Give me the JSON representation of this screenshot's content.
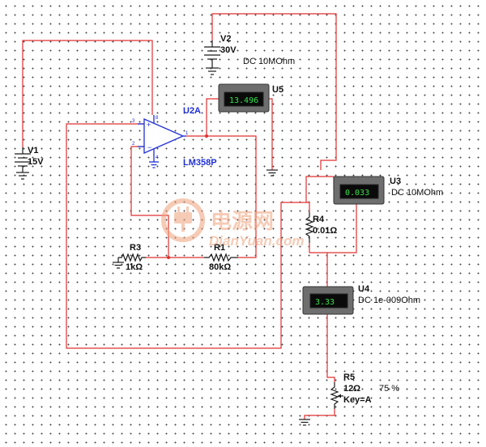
{
  "components": {
    "v1": {
      "ref": "V1",
      "value": "15V"
    },
    "v2": {
      "ref": "V2",
      "value": "30V",
      "note": "DC  10MOhm"
    },
    "u2a": {
      "ref": "U2A",
      "part": "LM358P",
      "pins": {
        "noninv": "3",
        "inv": "2",
        "out": "1",
        "vpos": "8",
        "vneg": "4"
      }
    },
    "r1": {
      "ref": "R1",
      "value": "80kΩ"
    },
    "r3": {
      "ref": "R3",
      "value": "1kΩ"
    },
    "r4": {
      "ref": "R4",
      "value": "0.01Ω"
    },
    "r5": {
      "ref": "R5",
      "value": "12Ω",
      "key": "Key=A",
      "setting": "75 %"
    }
  },
  "meters": {
    "u5": {
      "ref": "U5",
      "reading": "13.496",
      "mode": ""
    },
    "u3": {
      "ref": "U3",
      "reading": "0.033",
      "mode": "DC  10MOhm"
    },
    "u4": {
      "ref": "U4",
      "reading": "3.33",
      "mode": "DC  1e-009Ohm"
    }
  },
  "watermark": {
    "cn": "电源网",
    "en": "DianYuan.com"
  },
  "colors": {
    "wire": "#e03030",
    "opamp": "#1f2fd6",
    "meter_text": "#35e04a",
    "watermark": "#f0a27c"
  }
}
